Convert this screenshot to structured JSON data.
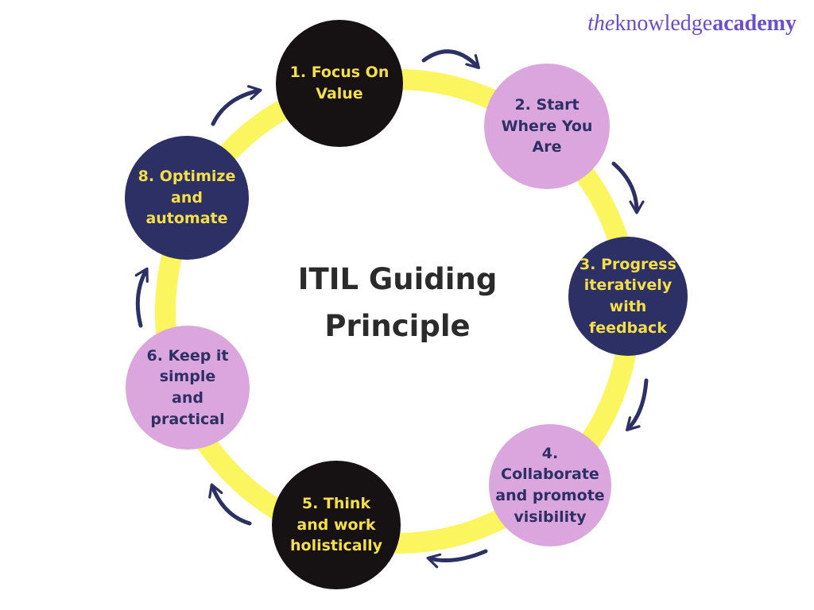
{
  "logo": {
    "the": "the",
    "knowledge": "knowledge",
    "academy": "academy"
  },
  "title": "ITIL Guiding\nPrinciple",
  "colors": {
    "background": "#FFFFFF",
    "ring_yellow": "#FBF55F",
    "navy": "#2D3064",
    "pink": "#DBA5DD",
    "black": "#161214",
    "text_yellow": "#F4DF4B",
    "title_text": "#2B2B2B",
    "logo_purple": "#6C4EC8",
    "arrow_navy": "#2D3064"
  },
  "nodes": [
    {
      "number": "1",
      "label": "1. Focus On\nValue",
      "bg": "#161214",
      "fg": "#F4DF4B"
    },
    {
      "number": "2",
      "label": "2. Start\nWhere You\nAre",
      "bg": "#DBA5DD",
      "fg": "#2D3064"
    },
    {
      "number": "3",
      "label": "3. Progress\niteratively\nwith\nfeedback",
      "bg": "#2D3064",
      "fg": "#F4DF4B"
    },
    {
      "number": "4",
      "label": "4.\nCollaborate\nand promote\nvisibility",
      "bg": "#DBA5DD",
      "fg": "#2D3064"
    },
    {
      "number": "5",
      "label": "5. Think\nand work\nholistically",
      "bg": "#161214",
      "fg": "#F4DF4B"
    },
    {
      "number": "6",
      "label": "6. Keep it\nsimple\nand\npractical",
      "bg": "#DBA5DD",
      "fg": "#2D3064"
    },
    {
      "number": "8",
      "label": "8. Optimize\nand\nautomate",
      "bg": "#2D3064",
      "fg": "#F4DF4B"
    }
  ]
}
